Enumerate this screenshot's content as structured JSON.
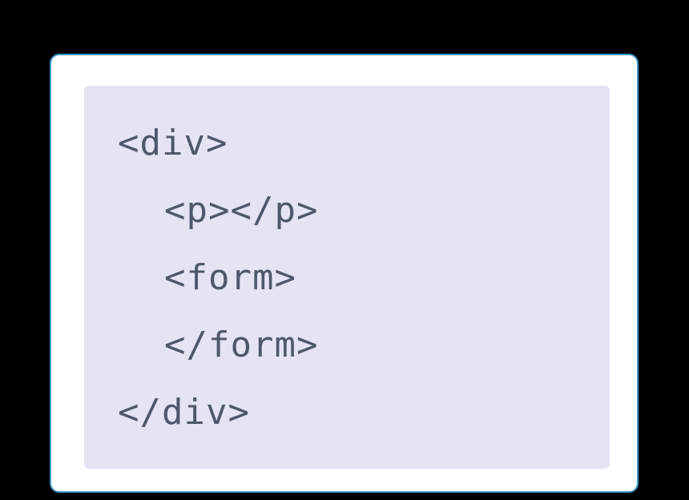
{
  "page": {
    "background_color": "#000000"
  },
  "card": {
    "background_color": "#ffffff",
    "border_color": "#3e97c6",
    "code_block": {
      "background_color": "#e4e4f5",
      "text_color": "#4f586a",
      "lines": [
        {
          "text": "<div>",
          "indent": 0
        },
        {
          "text": "<p></p>",
          "indent": 1
        },
        {
          "text": "<form>",
          "indent": 1
        },
        {
          "text": "</form>",
          "indent": 1
        },
        {
          "text": "</div>",
          "indent": 0
        }
      ]
    }
  }
}
